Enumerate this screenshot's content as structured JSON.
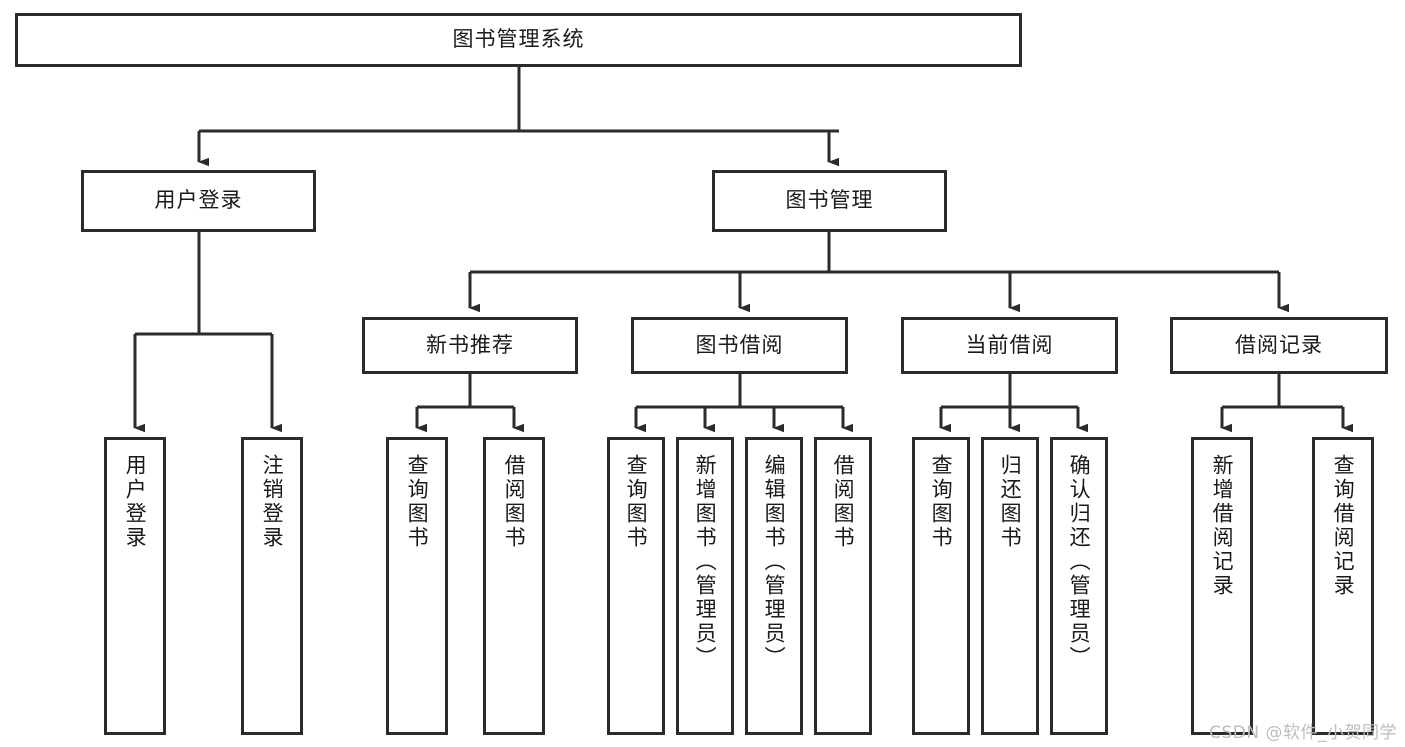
{
  "diagram": {
    "title": "图书管理系统",
    "type": "tree-hierarchy-chart",
    "root": {
      "label": "图书管理系统"
    },
    "level2": [
      {
        "label": "用户登录"
      },
      {
        "label": "图书管理"
      }
    ],
    "level3": [
      {
        "label": "新书推荐"
      },
      {
        "label": "图书借阅"
      },
      {
        "label": "当前借阅"
      },
      {
        "label": "借阅记录"
      }
    ],
    "leaves": {
      "user_login": [
        {
          "label": "用户登录"
        },
        {
          "label": "注销登录"
        }
      ],
      "new_book_recommend": [
        {
          "label": "查询图书"
        },
        {
          "label": "借阅图书"
        }
      ],
      "book_borrow": [
        {
          "label": "查询图书"
        },
        {
          "label": "新增图书（管理员）"
        },
        {
          "label": "编辑图书（管理员）"
        },
        {
          "label": "借阅图书"
        }
      ],
      "current_borrow": [
        {
          "label": "查询图书"
        },
        {
          "label": "归还图书"
        },
        {
          "label": "确认归还（管理员）"
        }
      ],
      "borrow_record": [
        {
          "label": "新增借阅记录"
        },
        {
          "label": "查询借阅记录"
        }
      ]
    }
  },
  "watermark": {
    "text": "CSDN @软件_小贺同学"
  },
  "colors": {
    "stroke": "#2b2b2b",
    "background": "#ffffff",
    "text": "#1a1a1a",
    "watermark": "#bdbdbd"
  }
}
